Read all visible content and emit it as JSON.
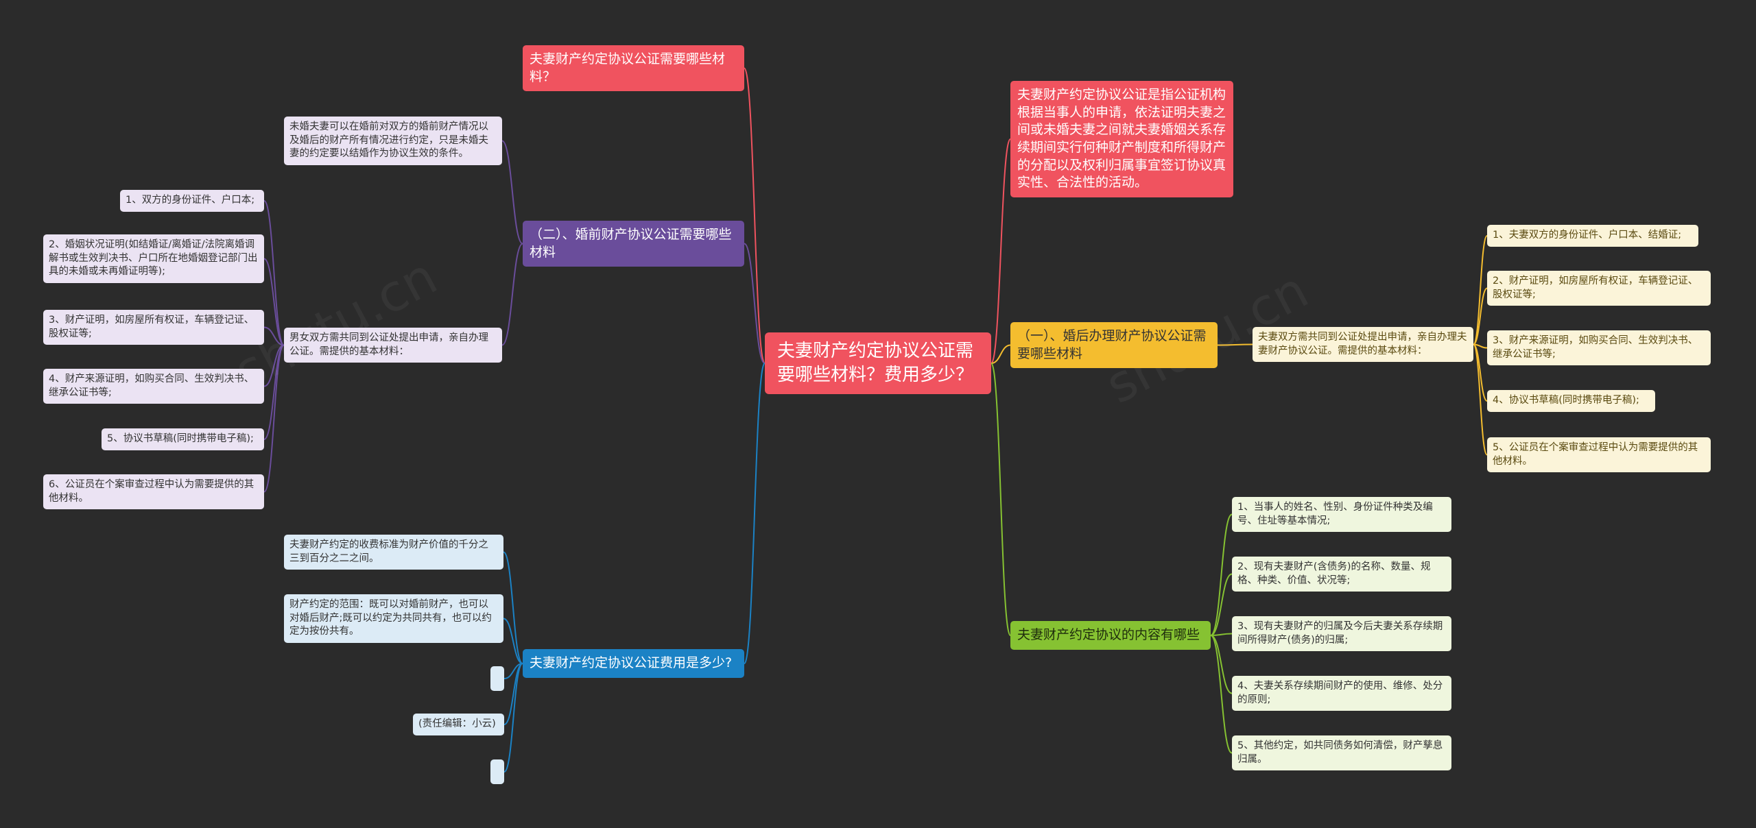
{
  "center": "夫妻财产约定协议公证需要哪些材料？费用多少？",
  "left": {
    "b1": "夫妻财产约定协议公证需要哪些材料？",
    "b2": {
      "label": "（二）、婚前财产协议公证需要哪些材料",
      "intro": "未婚夫妻可以在婚前对双方的婚前财产情况以及婚后的财产所有情况进行约定，只是未婚夫妻的约定要以结婚作为协议生效的条件。",
      "sub": "男女双方需共同到公证处提出申请，亲自办理公证。需提供的基本材料：",
      "items": [
        "1、双方的身份证件、户口本;",
        "2、婚姻状况证明(如结婚证/离婚证/法院离婚调解书或生效判决书、户口所在地婚姻登记部门出具的未婚或未再婚证明等);",
        "3、财产证明，如房屋所有权证，车辆登记证、股权证等;",
        "4、财产来源证明，如购买合同、生效判决书、继承公证书等;",
        "5、协议书草稿(同时携带电子稿);",
        "6、公证员在个案审查过程中认为需要提供的其他材料。"
      ]
    },
    "b3": {
      "label": "夫妻财产约定协议公证费用是多少?",
      "items": [
        "夫妻财产约定的收费标准为财产价值的千分之三到百分之二之间。",
        "财产约定的范围：既可以对婚前财产，也可以对婚后财产;既可以约定为共同共有，也可以约定为按份共有。",
        "",
        "(责任编辑：小云)",
        ""
      ]
    }
  },
  "right": {
    "r1": "夫妻财产约定协议公证是指公证机构根据当事人的申请，依法证明夫妻之间或未婚夫妻之间就夫妻婚姻关系存续期间实行何种财产制度和所得财产的分配以及权利归属事宜签订协议真实性、合法性的活动。",
    "r2": {
      "label": "（一）、婚后办理财产协议公证需要哪些材料",
      "sub": "夫妻双方需共同到公证处提出申请，亲自办理夫妻财产协议公证。需提供的基本材料：",
      "items": [
        "1、夫妻双方的身份证件、户口本、结婚证;",
        "2、财产证明，如房屋所有权证，车辆登记证、股权证等;",
        "3、财产来源证明，如购买合同、生效判决书、继承公证书等;",
        "4、协议书草稿(同时携带电子稿);",
        "5、公证员在个案审查过程中认为需要提供的其他材料。"
      ]
    },
    "r3": {
      "label": "夫妻财产约定协议的内容有哪些",
      "items": [
        "1、当事人的姓名、性别、身份证件种类及编号、住址等基本情况;",
        "2、现有夫妻财产(含债务)的名称、数量、规格、种类、价值、状况等;",
        "3、现有夫妻财产的归属及今后夫妻关系存续期间所得财产(债务)的归属;",
        "4、夫妻关系存续期间财产的使用、维修、处分的原则;",
        "5、其他约定，如共同债务如何清偿，财产孳息归属。"
      ]
    }
  },
  "colors": {
    "red": "#f0535f",
    "purple": "#6a4d9b",
    "blue": "#1b82c5",
    "yellow": "#f4bd2f",
    "green": "#86c232"
  }
}
